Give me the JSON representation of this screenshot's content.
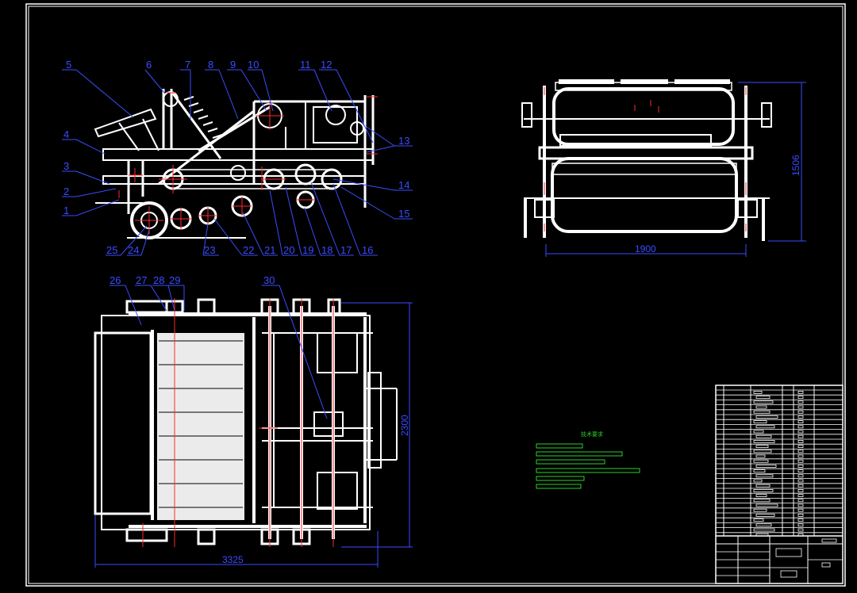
{
  "part_numbers": [
    "1",
    "2",
    "3",
    "4",
    "5",
    "6",
    "7",
    "8",
    "9",
    "10",
    "11",
    "12",
    "13",
    "14",
    "15",
    "16",
    "17",
    "18",
    "19",
    "20",
    "21",
    "22",
    "23",
    "24",
    "25",
    "26",
    "27",
    "28",
    "29",
    "30"
  ],
  "dimensions": {
    "side_width": "1900",
    "side_height": "1506",
    "plan_length": "3325",
    "plan_width": "2300"
  },
  "tech_requirements": {
    "title": "技术要求"
  },
  "colors": {
    "background": "#000000",
    "line": "#ffffff",
    "centerline": "#ff2a2a",
    "dimension": "#3a4cff",
    "note": "#2bd12b"
  }
}
